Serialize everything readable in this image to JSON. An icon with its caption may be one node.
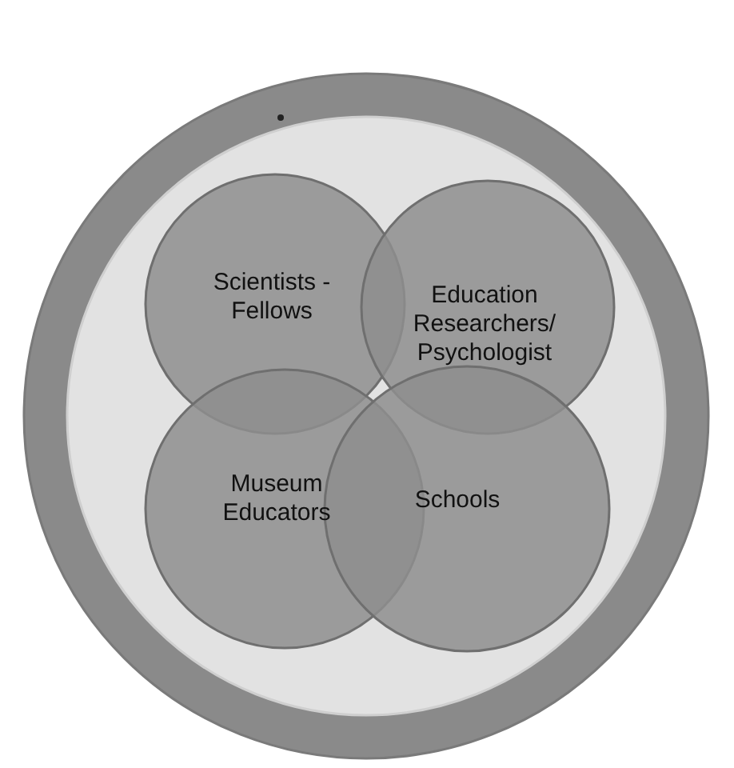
{
  "diagram": {
    "nodes": [
      {
        "text": [],
        "shape": "circle"
      },
      {
        "text": [],
        "shape": "circle",
        "in": 0
      },
      {
        "text": [
          "Scientists - Fellows"
        ],
        "in": 1
      },
      {
        "text": [
          "Education Researchers/ Psychologist"
        ],
        "in": 1
      },
      {
        "text": [
          "Museum Educators"
        ],
        "in": 1
      },
      {
        "text": [
          "Schools"
        ],
        "in": 1
      }
    ]
  }
}
